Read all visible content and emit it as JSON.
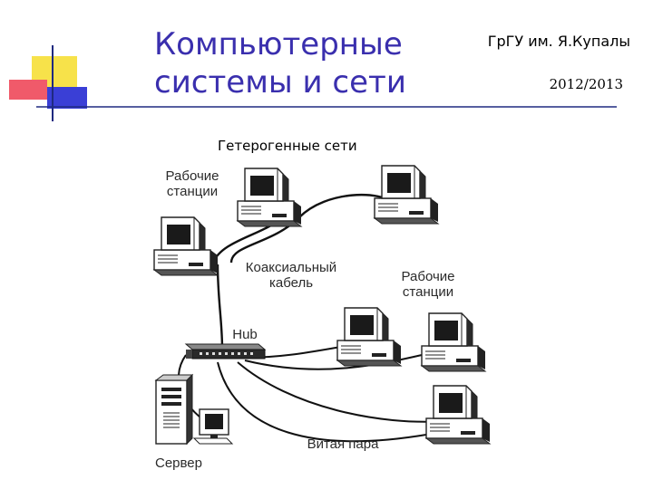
{
  "slide": {
    "title_line1": "Компьютерные",
    "title_line2": "системы и сети",
    "university": "ГрГУ им. Я.Купалы",
    "year": "2012/2013",
    "subtitle": "Гетерогенные сети"
  },
  "diagram": {
    "label_workstations_top_1": "Рабочие",
    "label_workstations_top_2": "станции",
    "label_coax_1": "Коаксиальный",
    "label_coax_2": "кабель",
    "label_workstations_right_1": "Рабочие",
    "label_workstations_right_2": "станции",
    "label_hub": "Hub",
    "label_twisted_pair": "Витая пара",
    "label_server": "Сервер"
  },
  "colors": {
    "title": "#3a2fae",
    "deco_yellow": "#f7e24a",
    "deco_red": "#f05a6a",
    "deco_blue": "#3a3fd6",
    "rule": "#1f2a80"
  }
}
